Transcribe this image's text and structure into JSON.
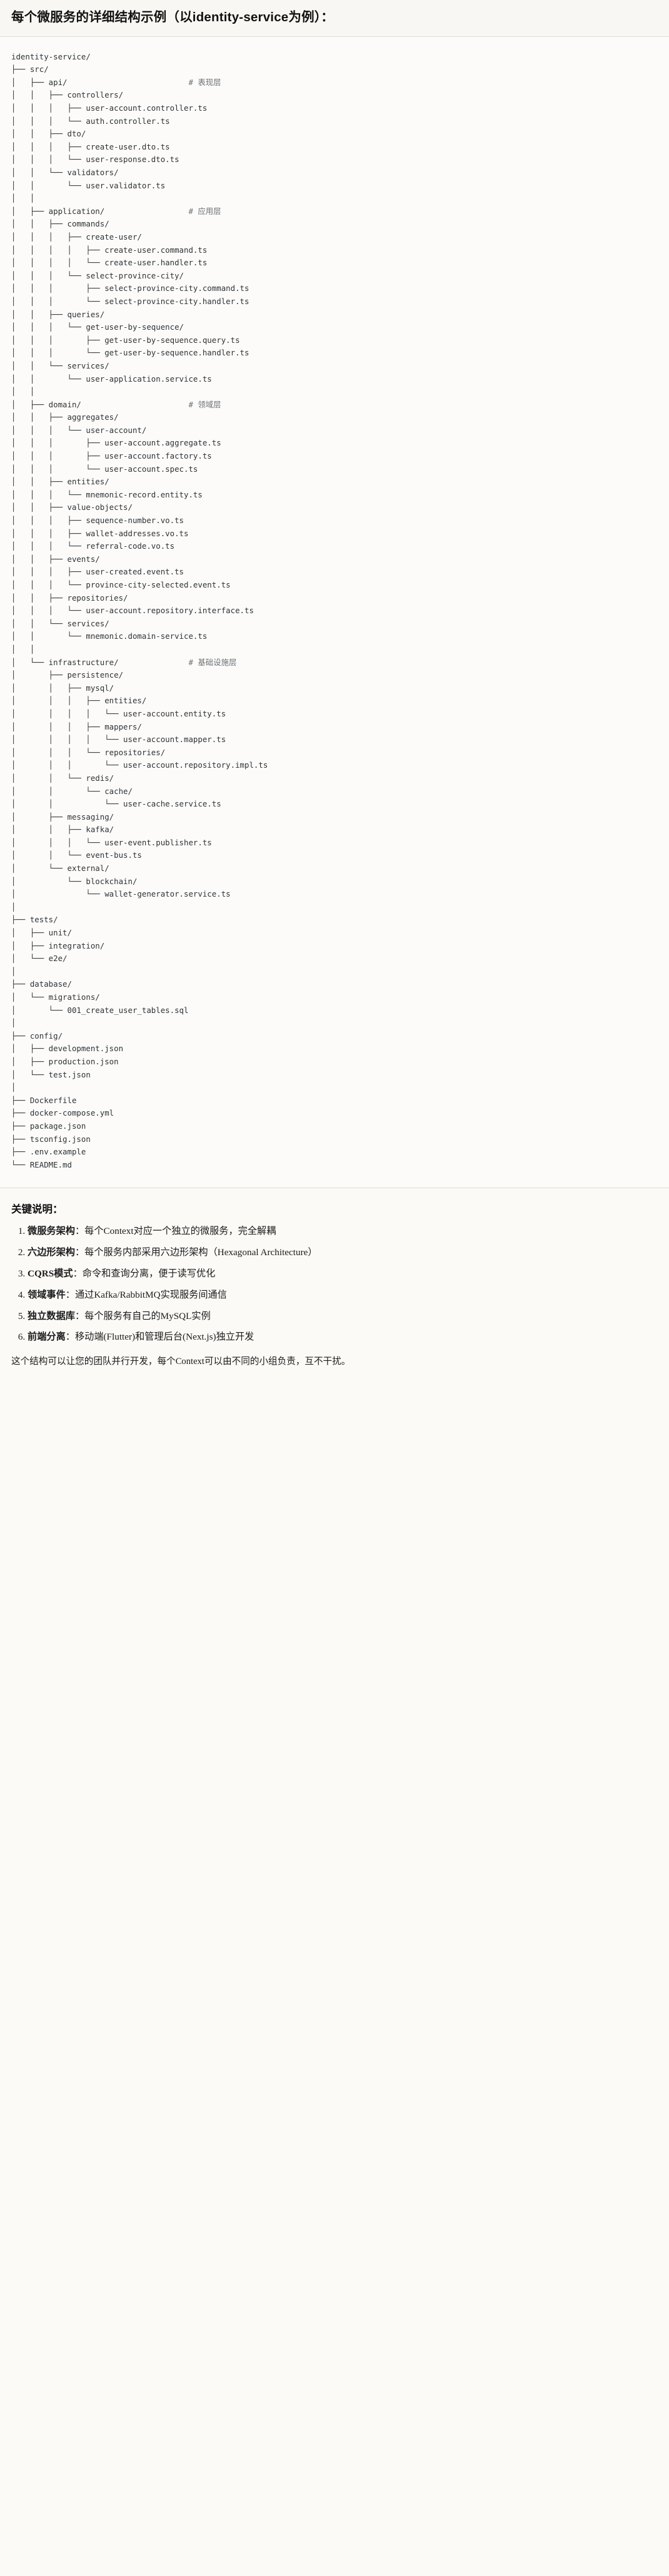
{
  "header": {
    "title": "每个微服务的详细结构示例（以identity-service为例）："
  },
  "tree": {
    "root": "identity-service/",
    "text": "identity-service/\n├── src/\n│   ├── api/                          # 表现层\n│   │   ├── controllers/\n│   │   │   ├── user-account.controller.ts\n│   │   │   └── auth.controller.ts\n│   │   ├── dto/\n│   │   │   ├── create-user.dto.ts\n│   │   │   └── user-response.dto.ts\n│   │   └── validators/\n│   │       └── user.validator.ts\n│   │\n│   ├── application/                  # 应用层\n│   │   ├── commands/\n│   │   │   ├── create-user/\n│   │   │   │   ├── create-user.command.ts\n│   │   │   │   └── create-user.handler.ts\n│   │   │   └── select-province-city/\n│   │   │       ├── select-province-city.command.ts\n│   │   │       └── select-province-city.handler.ts\n│   │   ├── queries/\n│   │   │   └── get-user-by-sequence/\n│   │   │       ├── get-user-by-sequence.query.ts\n│   │   │       └── get-user-by-sequence.handler.ts\n│   │   └── services/\n│   │       └── user-application.service.ts\n│   │\n│   ├── domain/                       # 领域层\n│   │   ├── aggregates/\n│   │   │   └── user-account/\n│   │   │       ├── user-account.aggregate.ts\n│   │   │       ├── user-account.factory.ts\n│   │   │       └── user-account.spec.ts\n│   │   ├── entities/\n│   │   │   └── mnemonic-record.entity.ts\n│   │   ├── value-objects/\n│   │   │   ├── sequence-number.vo.ts\n│   │   │   ├── wallet-addresses.vo.ts\n│   │   │   └── referral-code.vo.ts\n│   │   ├── events/\n│   │   │   ├── user-created.event.ts\n│   │   │   └── province-city-selected.event.ts\n│   │   ├── repositories/\n│   │   │   └── user-account.repository.interface.ts\n│   │   └── services/\n│   │       └── mnemonic.domain-service.ts\n│   │\n│   └── infrastructure/               # 基础设施层\n│       ├── persistence/\n│       │   ├── mysql/\n│       │   │   ├── entities/\n│       │   │   │   └── user-account.entity.ts\n│       │   │   ├── mappers/\n│       │   │   │   └── user-account.mapper.ts\n│       │   │   └── repositories/\n│       │   │       └── user-account.repository.impl.ts\n│       │   └── redis/\n│       │       └── cache/\n│       │           └── user-cache.service.ts\n│       ├── messaging/\n│       │   ├── kafka/\n│       │   │   └── user-event.publisher.ts\n│       │   └── event-bus.ts\n│       └── external/\n│           └── blockchain/\n│               └── wallet-generator.service.ts\n│\n├── tests/\n│   ├── unit/\n│   ├── integration/\n│   └── e2e/\n│\n├── database/\n│   └── migrations/\n│       └── 001_create_user_tables.sql\n│\n├── config/\n│   ├── development.json\n│   ├── production.json\n│   └── test.json\n│\n├── Dockerfile\n├── docker-compose.yml\n├── package.json\n├── tsconfig.json\n├── .env.example\n└── README.md",
    "comments": [
      "# 表现层",
      "# 应用层",
      "# 领域层",
      "# 基础设施层"
    ]
  },
  "notes": {
    "title": "关键说明：",
    "items": [
      {
        "key": "微服务架构",
        "sep": "：",
        "desc": "每个Context对应一个独立的微服务，完全解耦"
      },
      {
        "key": "六边形架构",
        "sep": "：",
        "desc": "每个服务内部采用六边形架构（Hexagonal Architecture）"
      },
      {
        "key": "CQRS模式",
        "sep": "：",
        "desc": "命令和查询分离，便于读写优化"
      },
      {
        "key": "领域事件",
        "sep": "：",
        "desc": "通过Kafka/RabbitMQ实现服务间通信"
      },
      {
        "key": "独立数据库",
        "sep": "：",
        "desc": "每个服务有自己的MySQL实例"
      },
      {
        "key": "前端分离",
        "sep": "：",
        "desc": "移动端(Flutter)和管理后台(Next.js)独立开发"
      }
    ],
    "closing": "这个结构可以让您的团队并行开发，每个Context可以由不同的小组负责，互不干扰。"
  },
  "colors": {
    "page_bg": "#fbfaf7",
    "header_bg": "#f8f7f3",
    "code_bg": "#fcfbf9",
    "border": "#dedbd4",
    "text": "#1b1b1b",
    "code_text": "#2e3338",
    "comment_text": "#6b7177"
  }
}
